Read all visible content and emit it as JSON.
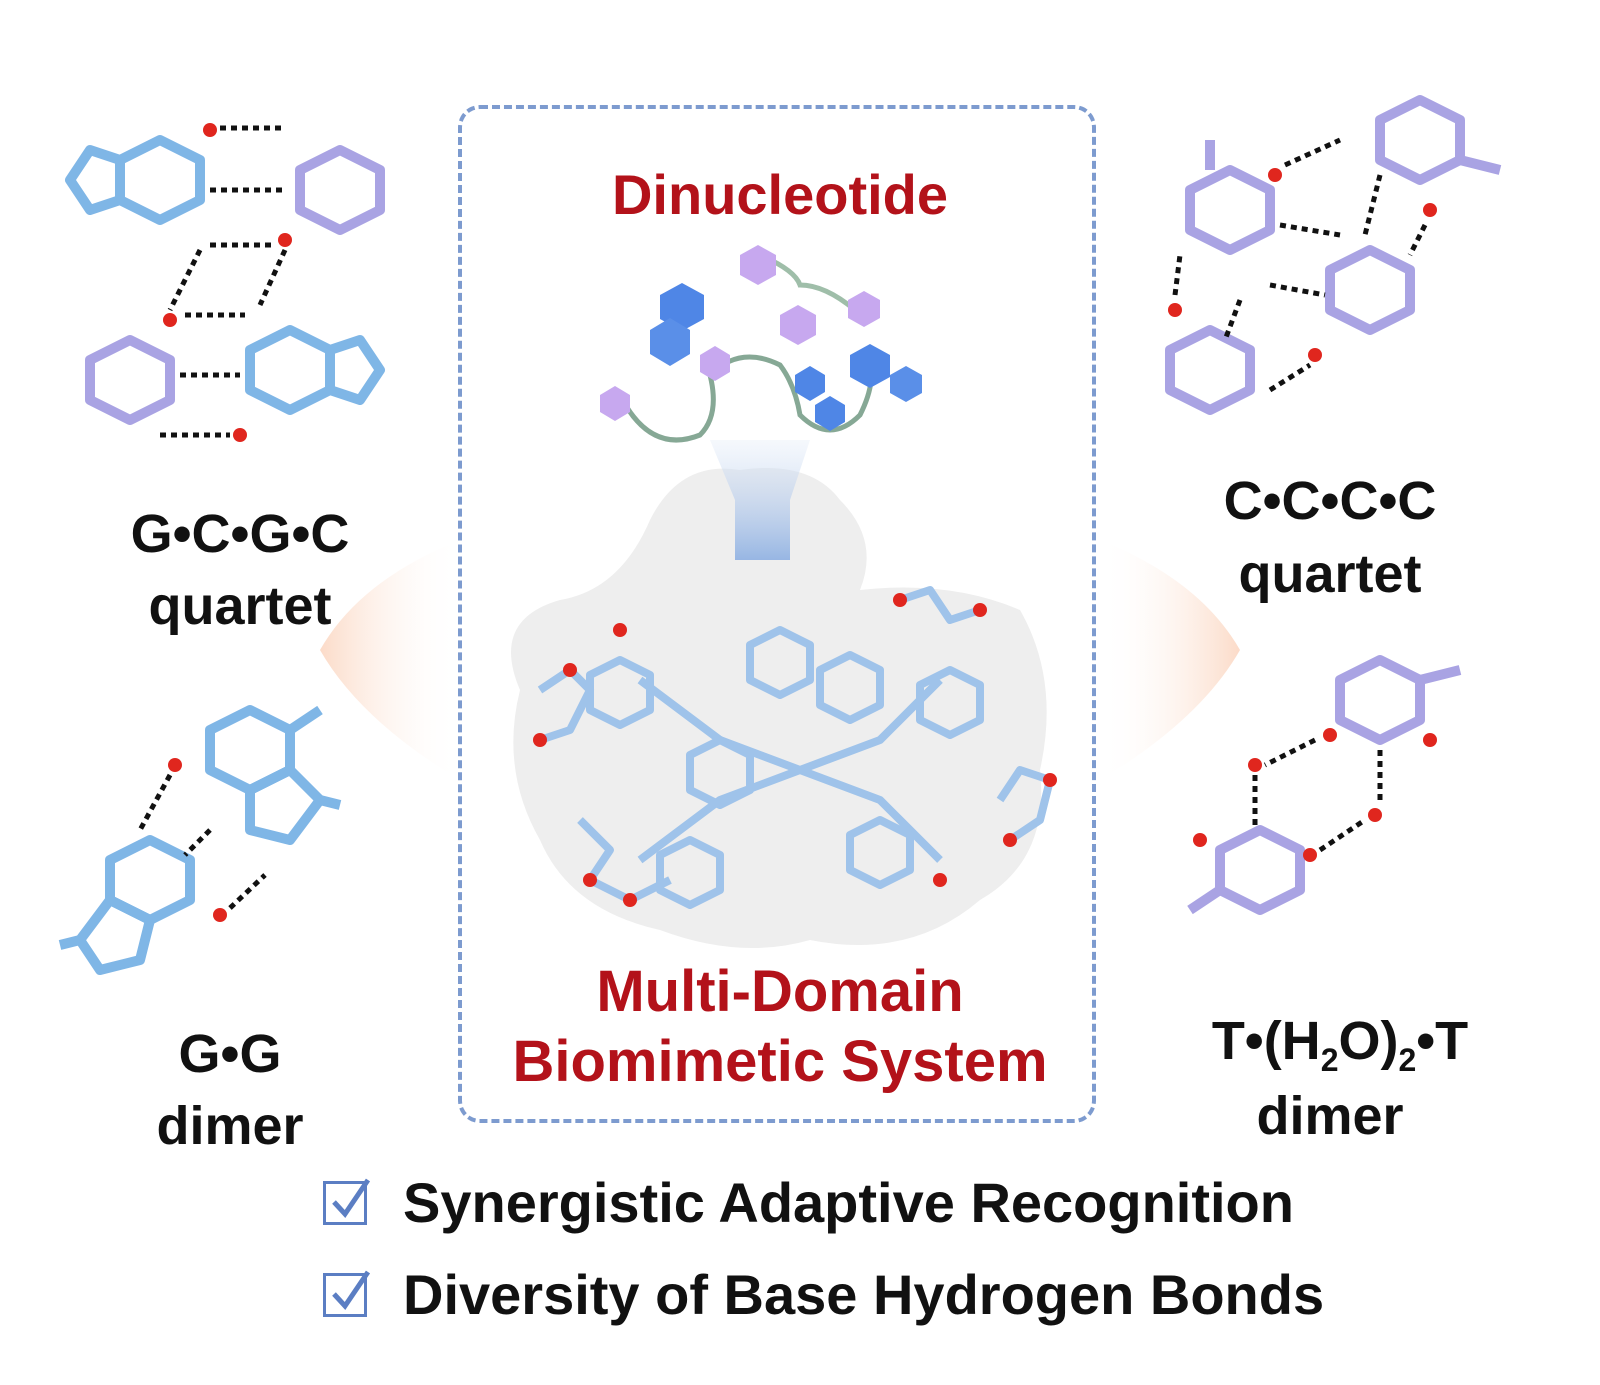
{
  "center_panel": {
    "top_title": "Dinucleotide",
    "bottom_title_line1": "Multi-Domain",
    "bottom_title_line2": "Biomimetic System"
  },
  "left_labels": {
    "gcgc_line1": "G•C•G•C",
    "gcgc_line2": "quartet",
    "gg_line1": "G•G",
    "gg_line2": "dimer"
  },
  "right_labels": {
    "cccc_line1": "C•C•C•C",
    "cccc_line2": "quartet",
    "tt_line1_a": "T•(H",
    "tt_line1_sub1": "2",
    "tt_line1_b": "O)",
    "tt_line1_sub2": "2",
    "tt_line1_c": "•T",
    "tt_line2": "dimer"
  },
  "checklist": [
    {
      "text": "Synergistic Adaptive Recognition"
    },
    {
      "text": "Diversity of Base Hydrogen Bonds"
    }
  ],
  "colors": {
    "accent_red": "#b3121a",
    "panel_border": "#7d9bcf",
    "bond_blue": "#7fb6e6",
    "bond_purple": "#a9a3e3",
    "oxygen_red": "#e0261e",
    "hbond_black": "#111111",
    "check_blue": "#5b7ec3"
  }
}
